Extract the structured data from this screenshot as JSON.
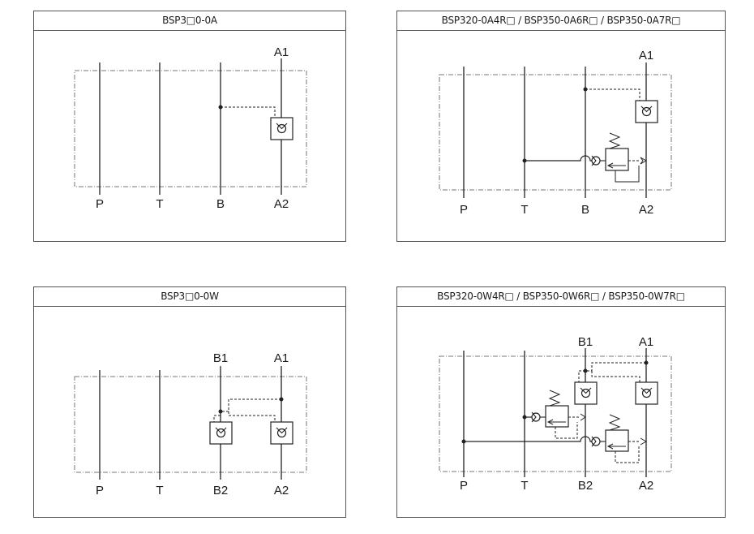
{
  "panels": [
    {
      "title": "BSP3□0-0A",
      "ports_bottom": [
        "P",
        "T",
        "B",
        "A2"
      ],
      "ports_top": [
        "A1"
      ]
    },
    {
      "title": "BSP320-0A4R□ / BSP350-0A6R□ / BSP350-0A7R□",
      "ports_bottom": [
        "P",
        "T",
        "B",
        "A2"
      ],
      "ports_top": [
        "A1"
      ]
    },
    {
      "title": "BSP3□0-0W",
      "ports_bottom": [
        "P",
        "T",
        "B2",
        "A2"
      ],
      "ports_top": [
        "B1",
        "A1"
      ]
    },
    {
      "title": "BSP320-0W4R□ / BSP350-0W6R□ / BSP350-0W7R□",
      "ports_bottom": [
        "P",
        "T",
        "B2",
        "A2"
      ],
      "ports_top": [
        "B1",
        "A1"
      ]
    }
  ]
}
